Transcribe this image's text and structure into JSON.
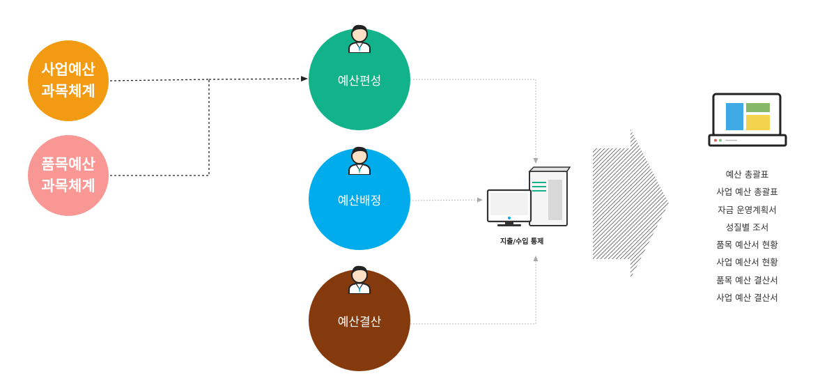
{
  "colors": {
    "subject_1": "#F29A12",
    "subject_2": "#F89793",
    "process_1": "#12B28A",
    "process_2": "#00ACEC",
    "process_3": "#853A0D",
    "connector": "#222222",
    "flow_line": "#BBBBBB",
    "arrow_hatch": "#555555"
  },
  "subjects": [
    {
      "line1": "사업예산",
      "line2": "과목체계"
    },
    {
      "line1": "품목예산",
      "line2": "과목체계"
    }
  ],
  "processes": [
    {
      "label": "예산편성",
      "icon": "person-icon"
    },
    {
      "label": "예산배정",
      "icon": "person-icon"
    },
    {
      "label": "예산결산",
      "icon": "person-icon"
    }
  ],
  "system": {
    "caption": "지출/수입 통제",
    "icon": "computer-server-icon"
  },
  "result": {
    "icon": "laptop-icon"
  },
  "outputs": [
    "예산 총괄표",
    "사업 예산 총괄표",
    "자금 운영계획서",
    "성질별 조서",
    "품목 예산서 현황",
    "사업 예산서 현황",
    "품목 예산 결산서",
    "사업 예산 결산서"
  ]
}
